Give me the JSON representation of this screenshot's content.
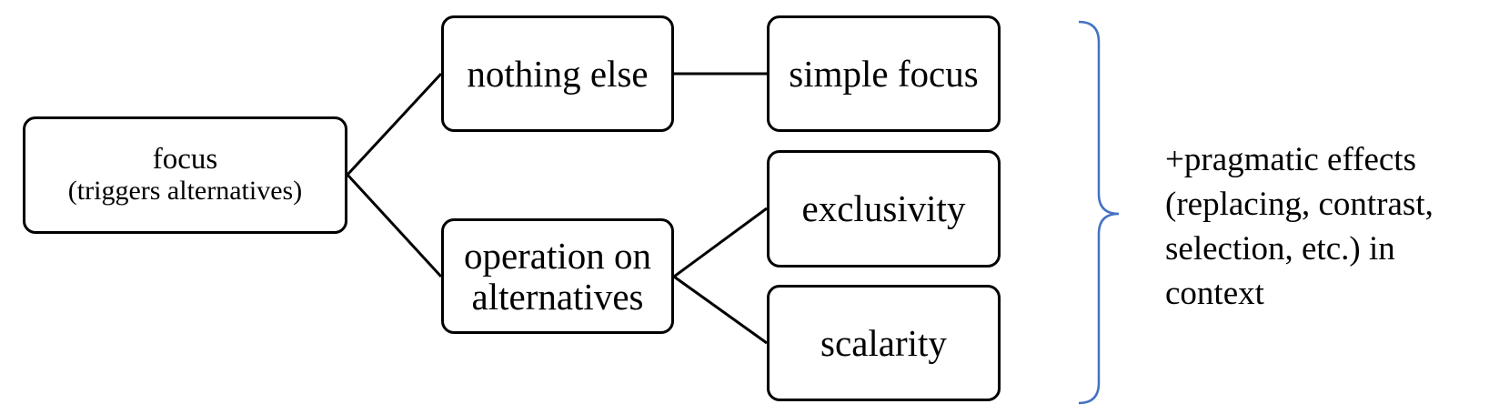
{
  "diagram": {
    "root": {
      "label": "focus",
      "sublabel": "(triggers alternatives)"
    },
    "branches": {
      "nothing_else": "nothing else",
      "operation_line1": "operation on",
      "operation_line2": "alternatives"
    },
    "leaves": {
      "simple_focus": "simple focus",
      "exclusivity": "exclusivity",
      "scalarity": "scalarity"
    },
    "note": {
      "line1": "+pragmatic effects",
      "line2": "(replacing, contrast,",
      "line3": "selection, etc.) in",
      "line4": "context"
    },
    "colors": {
      "box_border": "#000000",
      "connector": "#000000",
      "brace": "#4472C4",
      "text": "#000000"
    }
  }
}
